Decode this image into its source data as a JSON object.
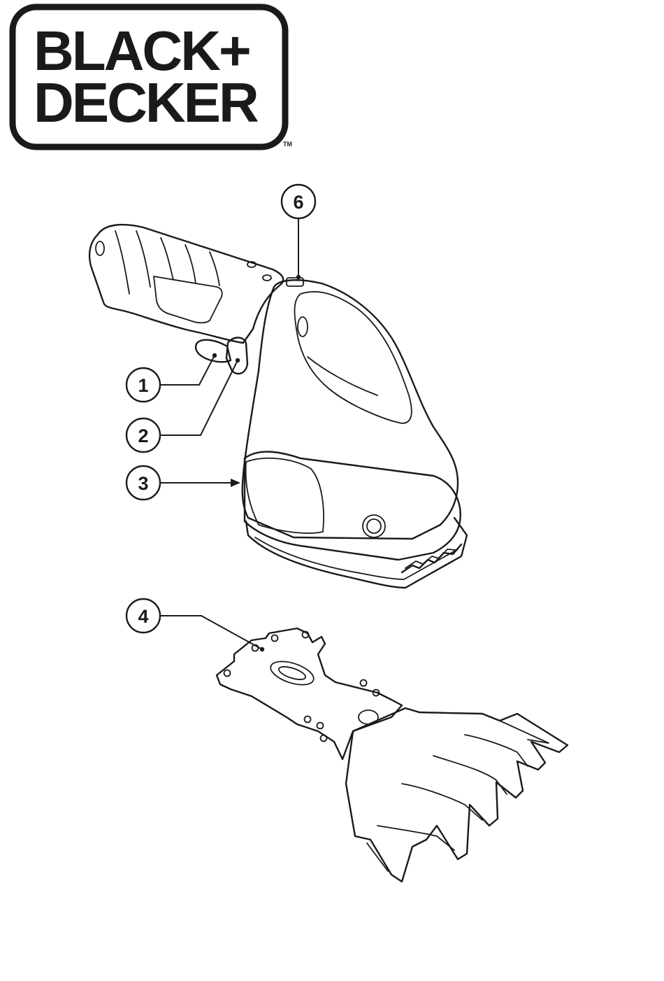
{
  "logo": {
    "line1": "BLACK+",
    "line2": "DECKER",
    "trademark": "TM"
  },
  "callouts": [
    {
      "id": "callout-1",
      "label": "1"
    },
    {
      "id": "callout-2",
      "label": "2"
    },
    {
      "id": "callout-3",
      "label": "3"
    },
    {
      "id": "callout-4",
      "label": "4"
    },
    {
      "id": "callout-6",
      "label": "6"
    }
  ],
  "colors": {
    "ink": "#1a1a1a",
    "background": "#ffffff"
  }
}
